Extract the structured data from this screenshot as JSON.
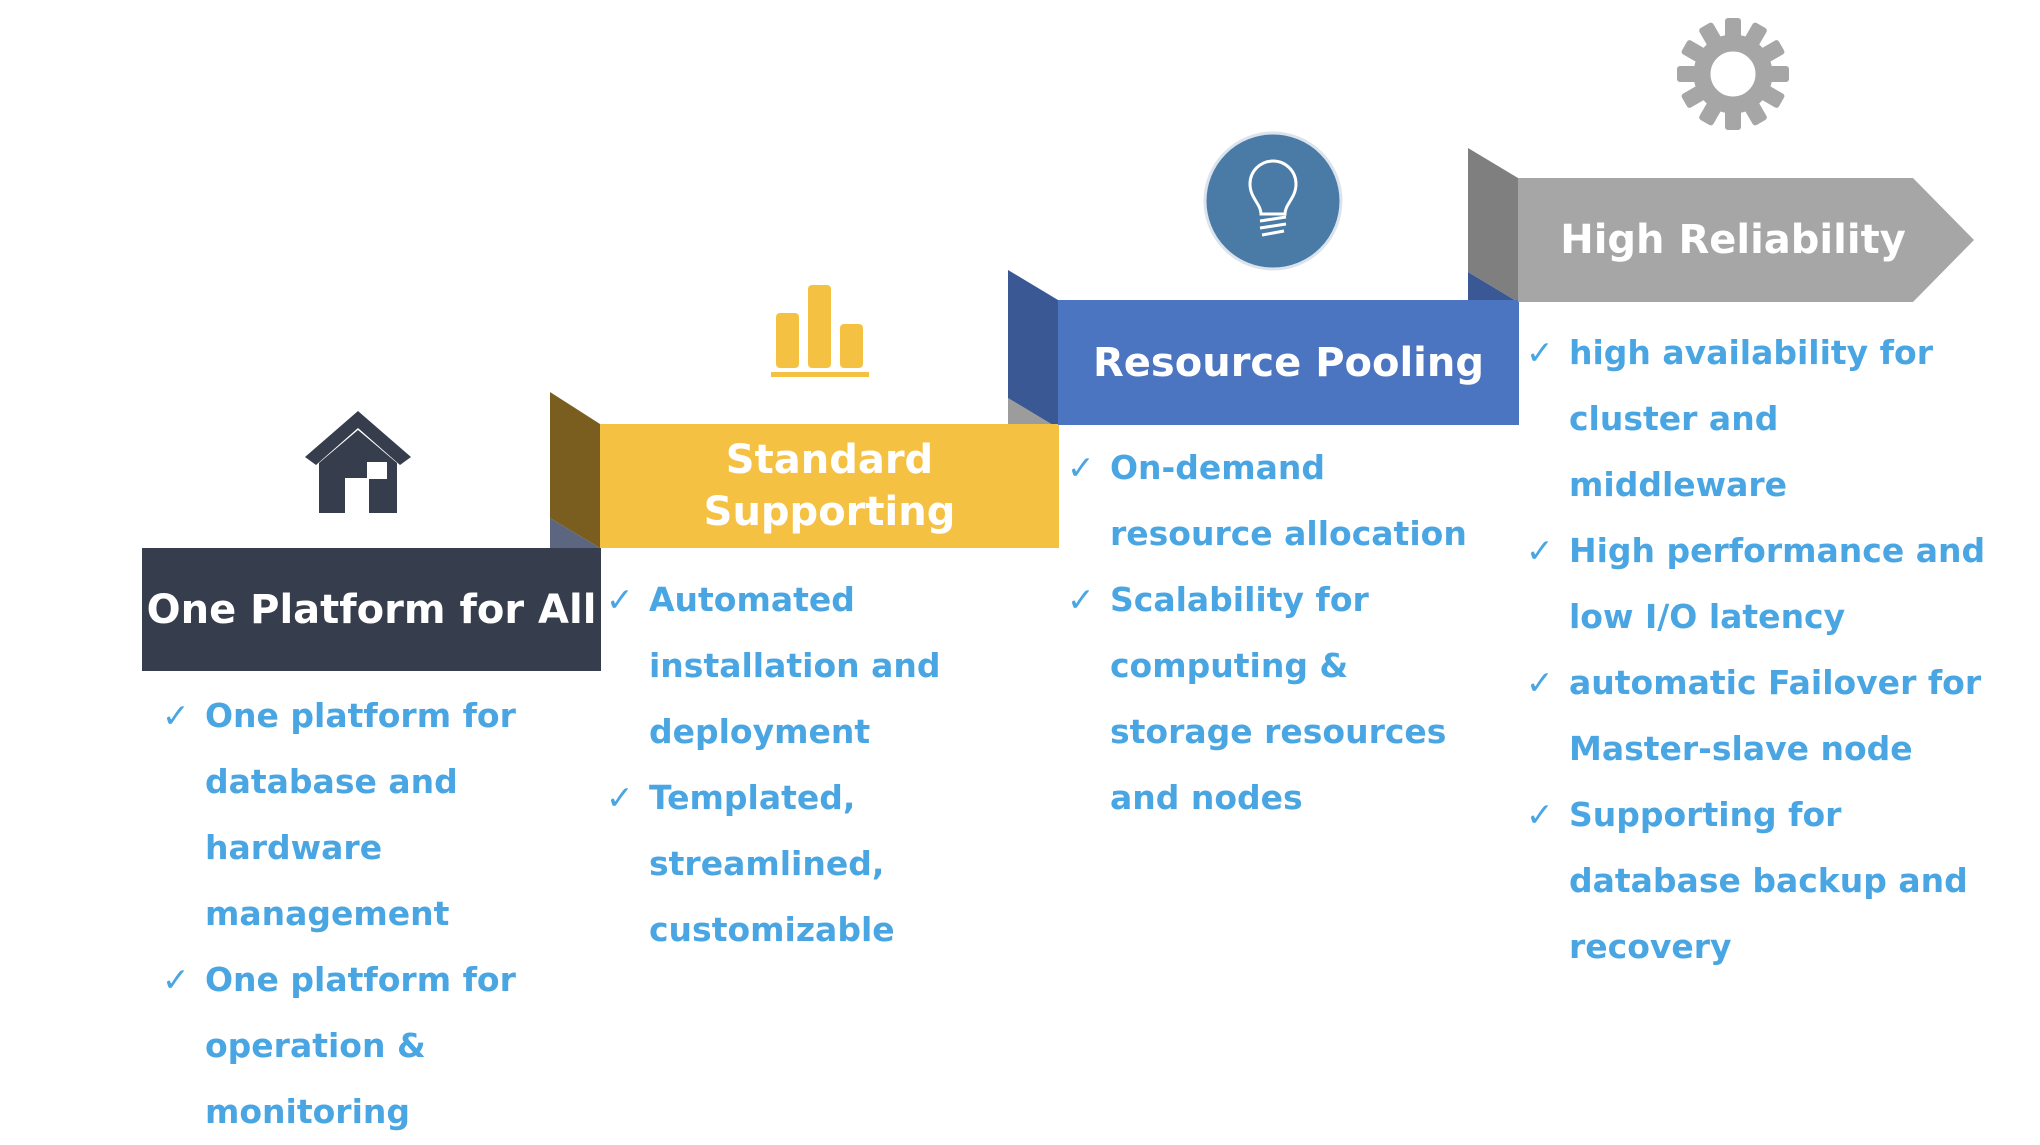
{
  "stages": [
    {
      "title": "One Platform for All",
      "color": "#363d4c",
      "icon": "house-icon",
      "bullets": [
        "One platform for database and hardware management",
        "One platform for operation & monitoring"
      ]
    },
    {
      "title": "Standard Supporting",
      "color": "#f4c143",
      "icon": "bar-chart-icon",
      "bullets": [
        "Automated installation and deployment",
        "Templated, streamlined, customizable"
      ]
    },
    {
      "title": "Resource Pooling",
      "color": "#4b74c1",
      "icon": "lightbulb-icon",
      "bullets": [
        "On-demand resource allocation",
        "Scalability for computing & storage resources and nodes"
      ]
    },
    {
      "title": "High Reliability",
      "color": "#a6a6a6",
      "icon": "gear-icon",
      "bullets": [
        "high availability for cluster and middleware",
        "High performance and low I/O latency",
        "automatic Failover for Master-slave node",
        "Supporting for database backup and recovery"
      ]
    }
  ],
  "check_mark": "✓",
  "colors": {
    "bullet_text": "#4aa6e3",
    "fold_yellow": "#7a5e1f",
    "fold_blue": "#3a5894",
    "fold_gray": "#7f7f7f",
    "icon_circle": "#4a7ba6"
  }
}
